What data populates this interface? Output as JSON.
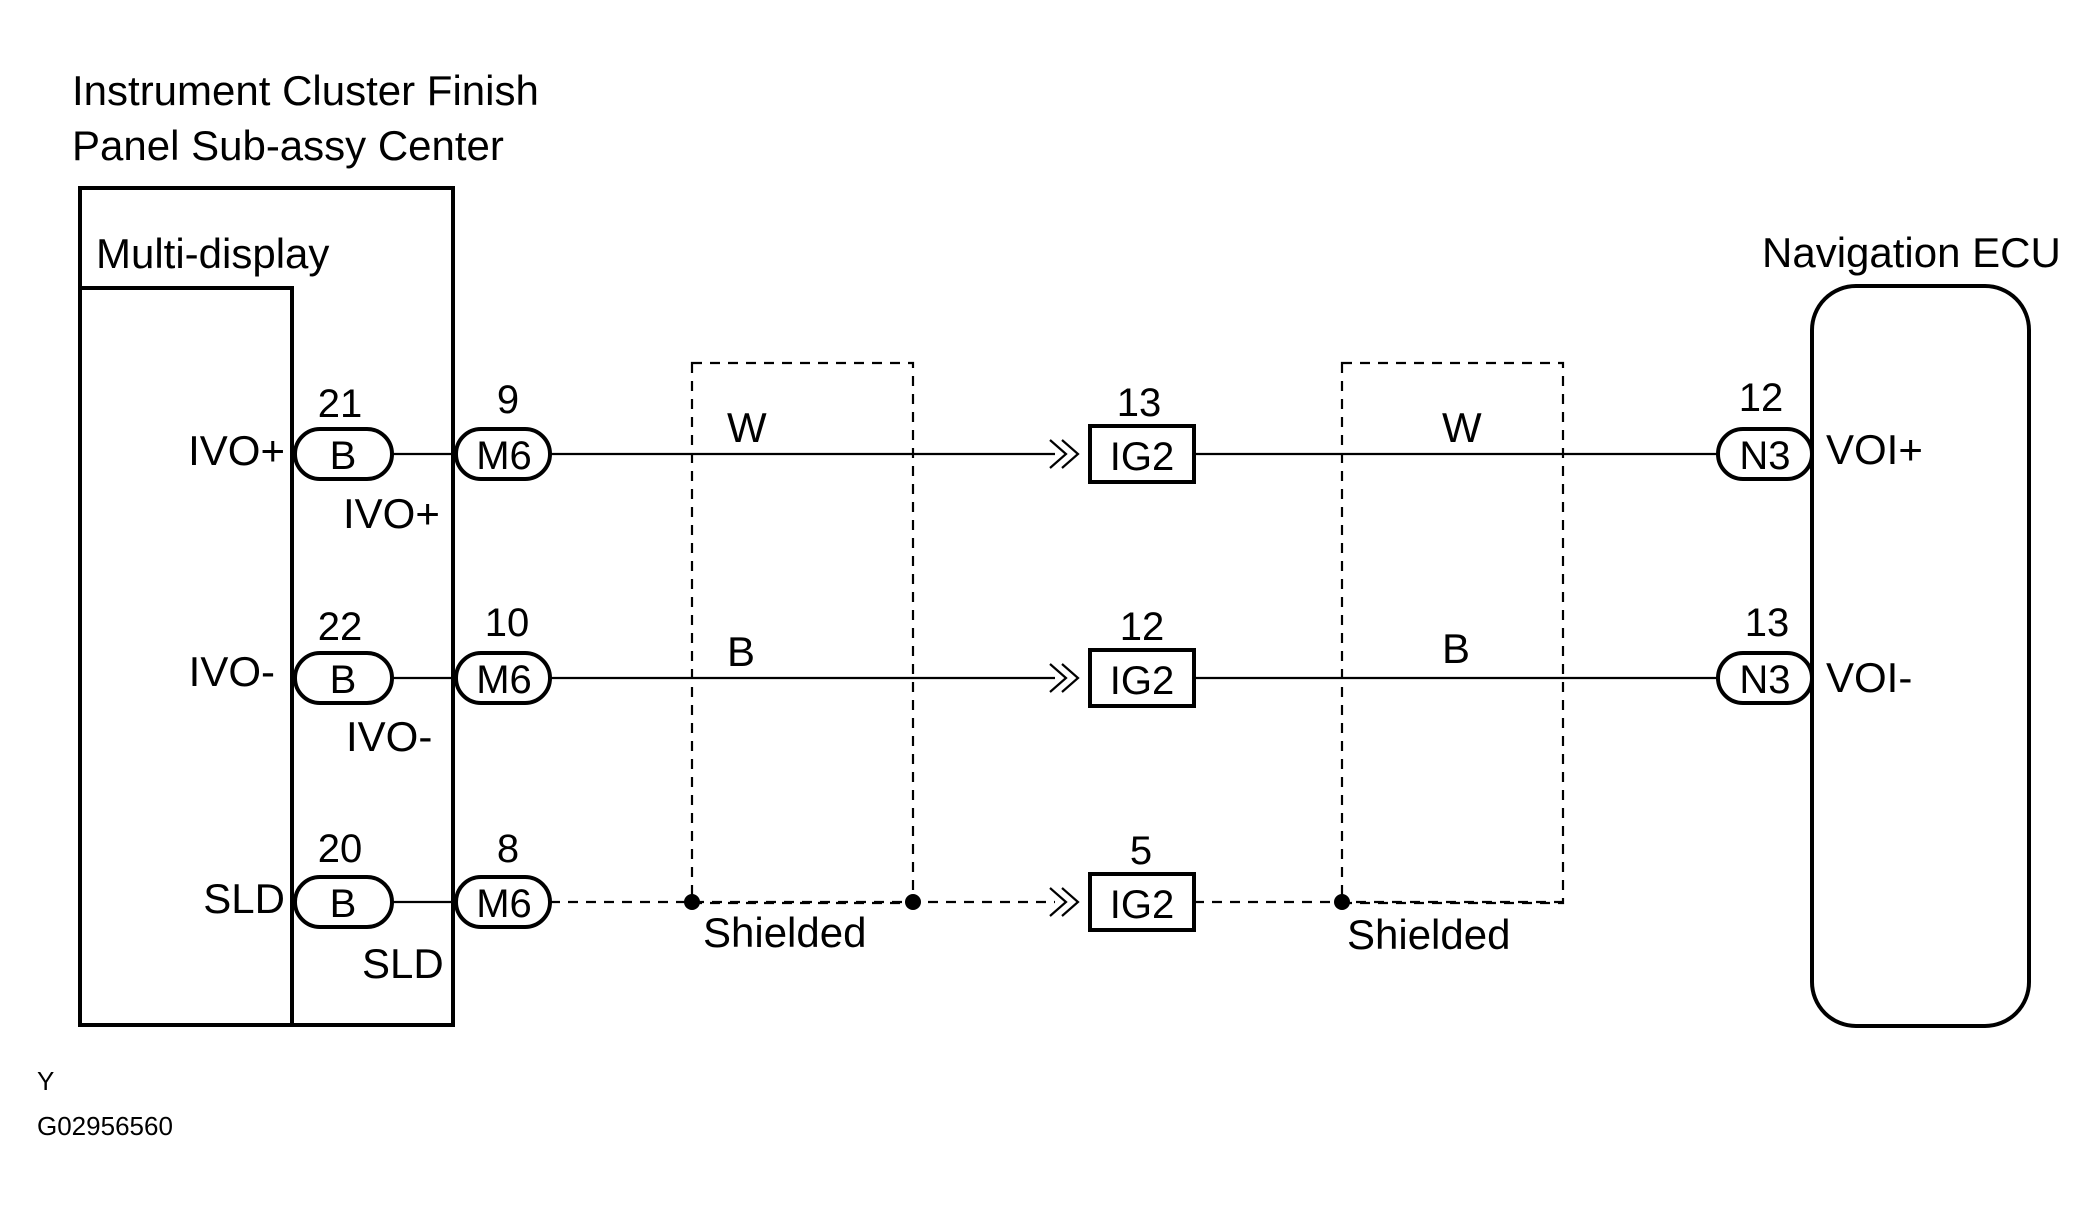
{
  "left_component": {
    "title_line1": "Instrument Cluster Finish",
    "title_line2": "Panel Sub-assy Center",
    "inner_label": "Multi-display"
  },
  "right_component": {
    "title": "Navigation ECU"
  },
  "rows": [
    {
      "id": "ivo-plus",
      "left_terminal": "IVO+",
      "left_pin": "21",
      "left_connector": "B",
      "sub_terminal": "IVO+",
      "junction_pin": "9",
      "junction_connector": "M6",
      "wire_color_left": "W",
      "ig_pin": "13",
      "ig_connector": "IG2",
      "wire_color_right": "W",
      "right_pin": "12",
      "right_connector": "N3",
      "right_terminal": "VOI+"
    },
    {
      "id": "ivo-minus",
      "left_terminal": "IVO-",
      "left_pin": "22",
      "left_connector": "B",
      "sub_terminal": "IVO-",
      "junction_pin": "10",
      "junction_connector": "M6",
      "wire_color_left": "B",
      "ig_pin": "12",
      "ig_connector": "IG2",
      "wire_color_right": "B",
      "right_pin": "13",
      "right_connector": "N3",
      "right_terminal": "VOI-"
    },
    {
      "id": "sld",
      "left_terminal": "SLD",
      "left_pin": "20",
      "left_connector": "B",
      "sub_terminal": "SLD",
      "junction_pin": "8",
      "junction_connector": "M6",
      "ig_pin": "5",
      "ig_connector": "IG2"
    }
  ],
  "shield_labels": {
    "left": "Shielded",
    "right": "Shielded"
  },
  "footer": {
    "code_letter": "Y",
    "figure_id": "G02956560"
  }
}
